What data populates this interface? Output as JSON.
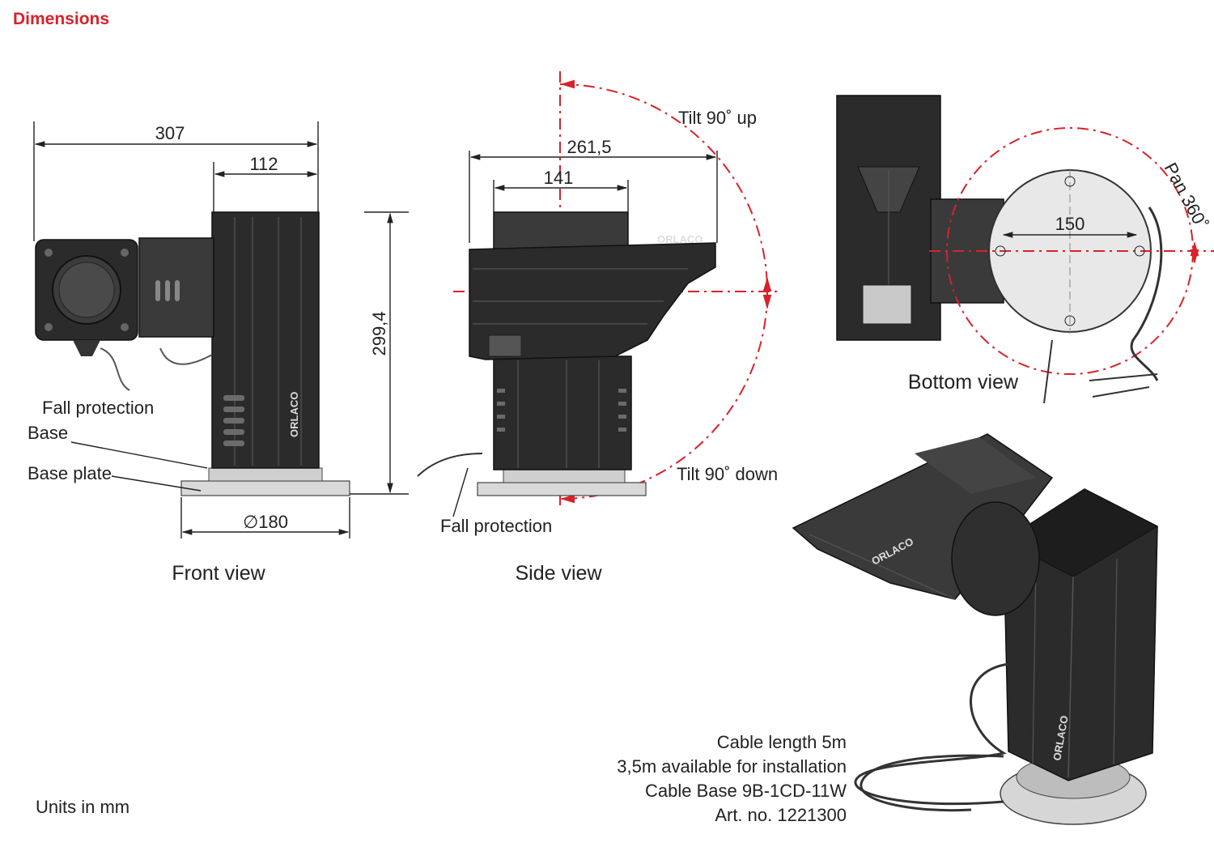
{
  "heading": "Dimensions",
  "colors": {
    "heading_red": "#d8222a",
    "device_dark": "#2b2b2b",
    "dash_red": "#d8222a"
  },
  "front_view": {
    "caption": "Front view",
    "dim_307": "307",
    "dim_112": "112",
    "dim_height": "299,4",
    "dim_diameter": "∅180",
    "label_fall_protection": "Fall protection",
    "label_base": "Base",
    "label_base_plate": "Base plate",
    "logo_text": "ORLACO"
  },
  "side_view": {
    "caption": "Side view",
    "dim_261": "261,5",
    "dim_141": "141",
    "tilt_up": "Tilt 90˚ up",
    "tilt_down": "Tilt 90˚ down",
    "label_fall_protection": "Fall protection",
    "logo_text": "ORLACO"
  },
  "bottom_view": {
    "caption": "Bottom view",
    "dim_150": "150",
    "pan": "Pan 360˚"
  },
  "perspective": {
    "cable_lines": [
      "Cable length 5m",
      "3,5m available for installation",
      "Cable Base 9B-1CD-11W",
      "Art. no. 1221300"
    ],
    "logo_text": "ORLACO"
  },
  "units_note": "Units in mm"
}
